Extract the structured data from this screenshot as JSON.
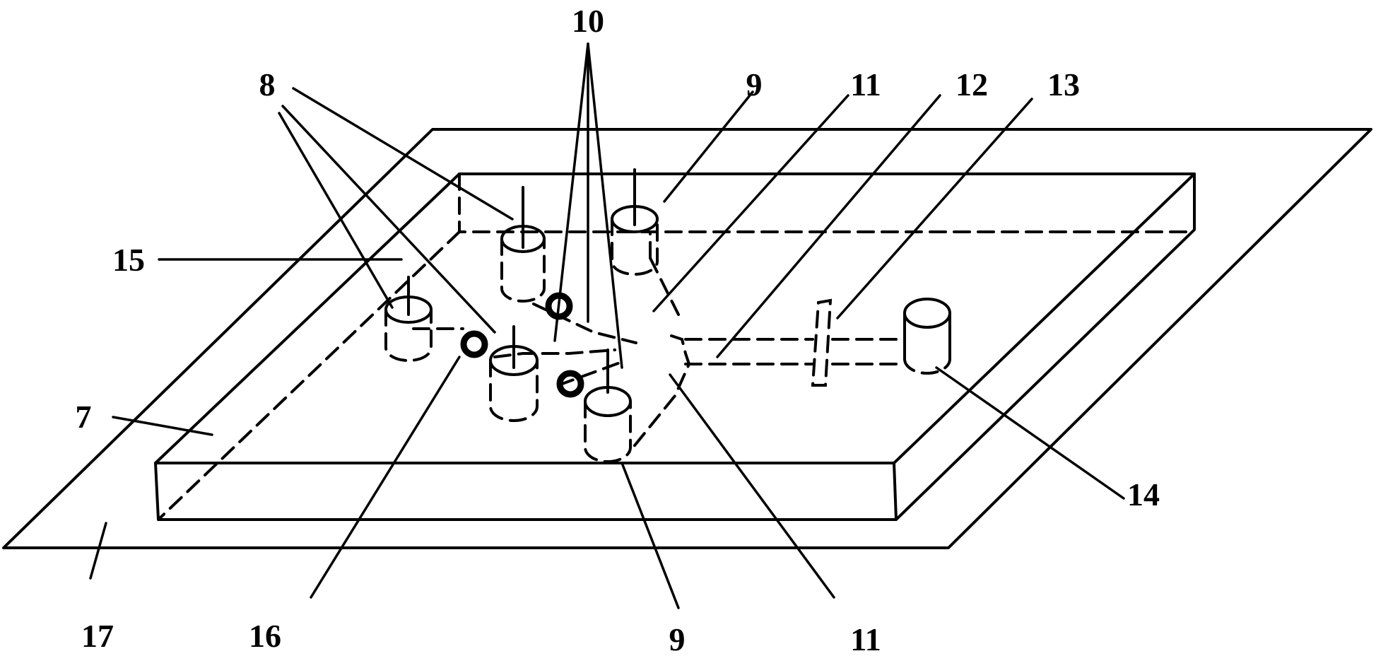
{
  "labels": {
    "l7": "7",
    "l8": "8",
    "l9_top": "9",
    "l9_bottom": "9",
    "l10": "10",
    "l11_top": "11",
    "l11_bottom": "11",
    "l12": "12",
    "l13": "13",
    "l14": "14",
    "l15": "15",
    "l16": "16",
    "l17": "17"
  }
}
